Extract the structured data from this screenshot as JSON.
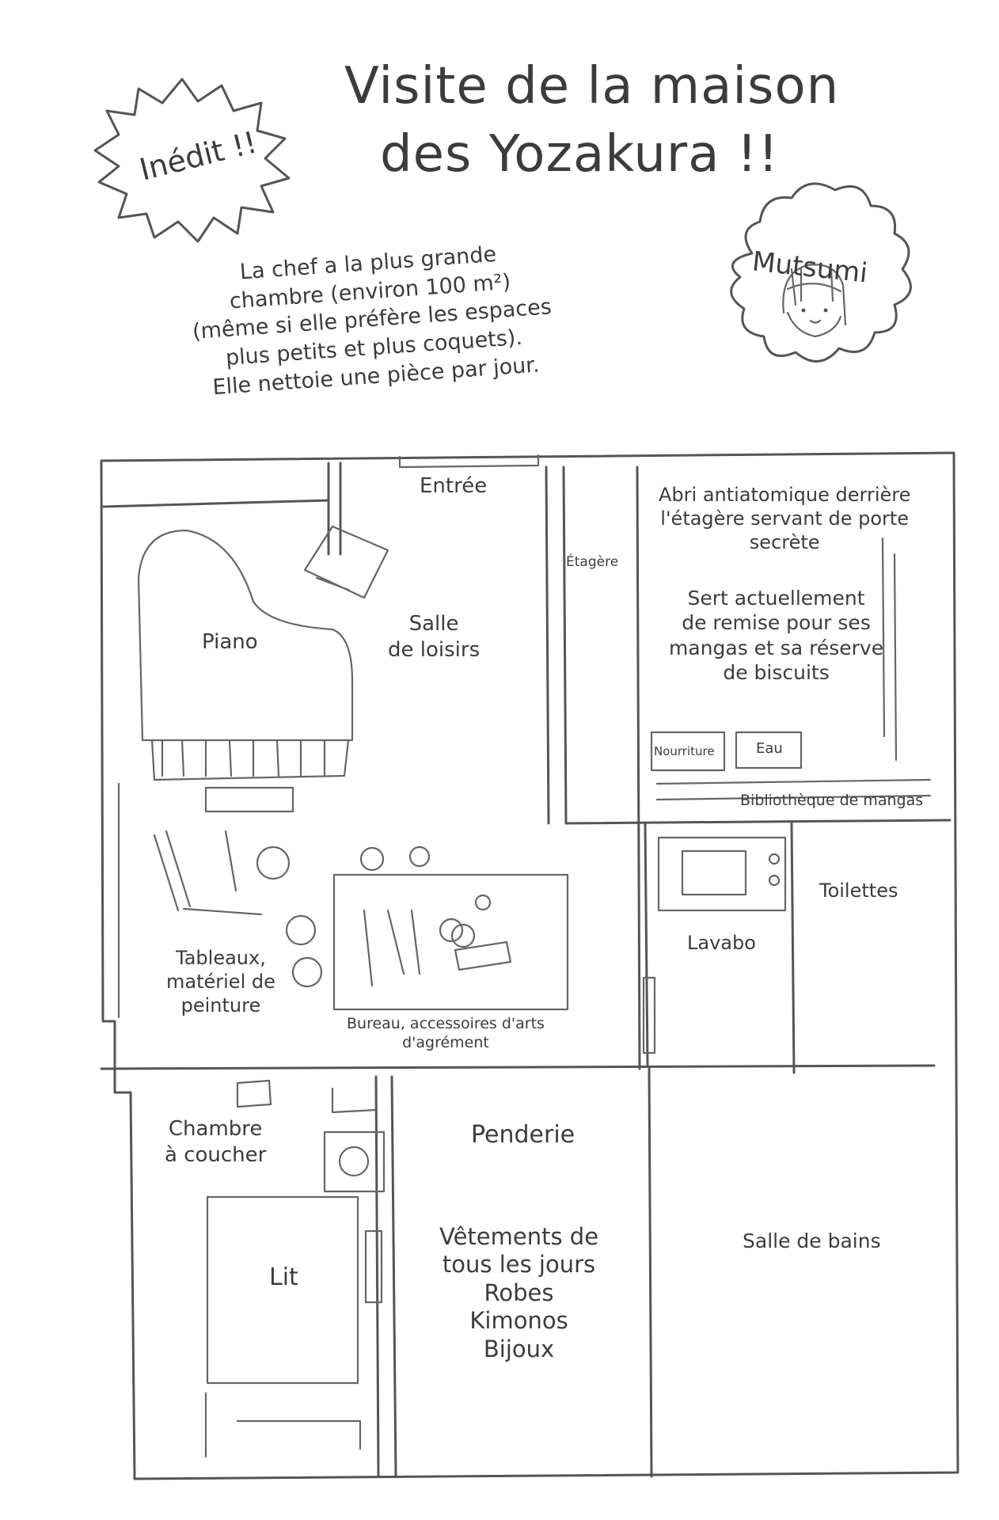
{
  "header": {
    "badge": "Inédit !!",
    "title_line1": "Visite de la maison",
    "title_line2": "des Yozakura !!"
  },
  "intro": {
    "lines": [
      "La chef a la plus grande",
      "chambre (environ 100 m²)",
      "(même si elle préfère les espaces",
      "plus petits et plus coquets).",
      "Elle nettoie une pièce par jour."
    ]
  },
  "character": {
    "name": "Mutsumi"
  },
  "plan": {
    "entree": "Entrée",
    "piano": "Piano",
    "salle_loisirs": [
      "Salle",
      "de loisirs"
    ],
    "etagere": "Étagère",
    "abri": [
      "Abri antiatomique derrière",
      "l'étagère servant de porte",
      "secrète"
    ],
    "remise": [
      "Sert actuellement",
      "de remise pour ses",
      "mangas et sa réserve",
      "de biscuits"
    ],
    "nourriture": "Nourriture",
    "eau": "Eau",
    "bibliotheque": "Bibliothèque de mangas",
    "toilettes": "Toilettes",
    "lavabo": "Lavabo",
    "tableaux": [
      "Tableaux,",
      "matériel de",
      "peinture"
    ],
    "bureau": [
      "Bureau, accessoires d'arts",
      "d'agrément"
    ],
    "chambre": [
      "Chambre",
      "à coucher"
    ],
    "lit": "Lit",
    "penderie": "Penderie",
    "vetements": [
      "Vêtements de",
      "tous les jours",
      "Robes",
      "Kimonos",
      "Bijoux"
    ],
    "salle_bains": "Salle de bains"
  }
}
